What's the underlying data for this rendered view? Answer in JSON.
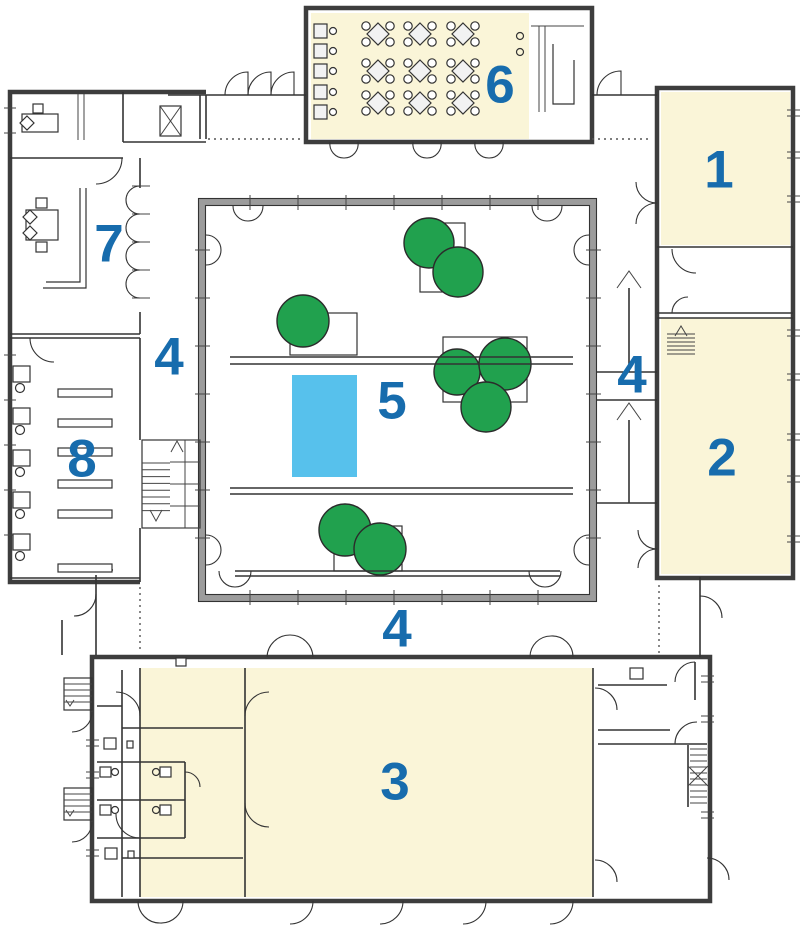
{
  "page": {
    "type": "building floor plan",
    "background_color": "#FFFFFF"
  },
  "colors": {
    "label_blue": "#176CAD",
    "room_fill_beige": "#FAF5D8",
    "tree_green": "#21A14E",
    "pool_blue": "#57C1EC",
    "wall_gray": "#3D3D3D"
  },
  "room_labels": [
    "1",
    "2",
    "3",
    "4",
    "4",
    "4",
    "5",
    "6",
    "7",
    "8"
  ],
  "symbols": {
    "tree_icon": "green filled circle (8 trees in courtyard)",
    "pool_icon": "light blue rectangle (water feature in courtyard)",
    "beige_area_icon": "pale yellow fill (highlighted rooms 1, 2, 3, 6)",
    "stairs_icon": "hatched rung lines",
    "door_icon": "quarter-circle swing arc"
  }
}
